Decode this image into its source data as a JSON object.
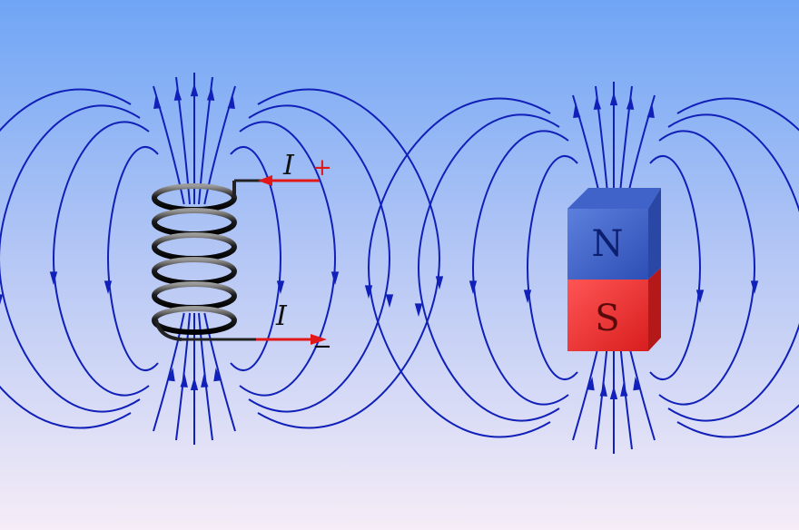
{
  "colors": {
    "background_top": "#6fa5f5",
    "background_mid": "#b7c8f5",
    "background_bottom": "#f5ecf6",
    "field_line": "#1020b8",
    "coil_wire": "#222222",
    "current_arrow": "#e01818",
    "magnet_north": "#3a5fc6",
    "magnet_south": "#e23232"
  },
  "solenoid": {
    "current_top_label": "I",
    "current_top_sign": "+",
    "current_bottom_label": "I",
    "current_bottom_sign": "−"
  },
  "bar_magnet": {
    "north_label": "N",
    "south_label": "S"
  }
}
